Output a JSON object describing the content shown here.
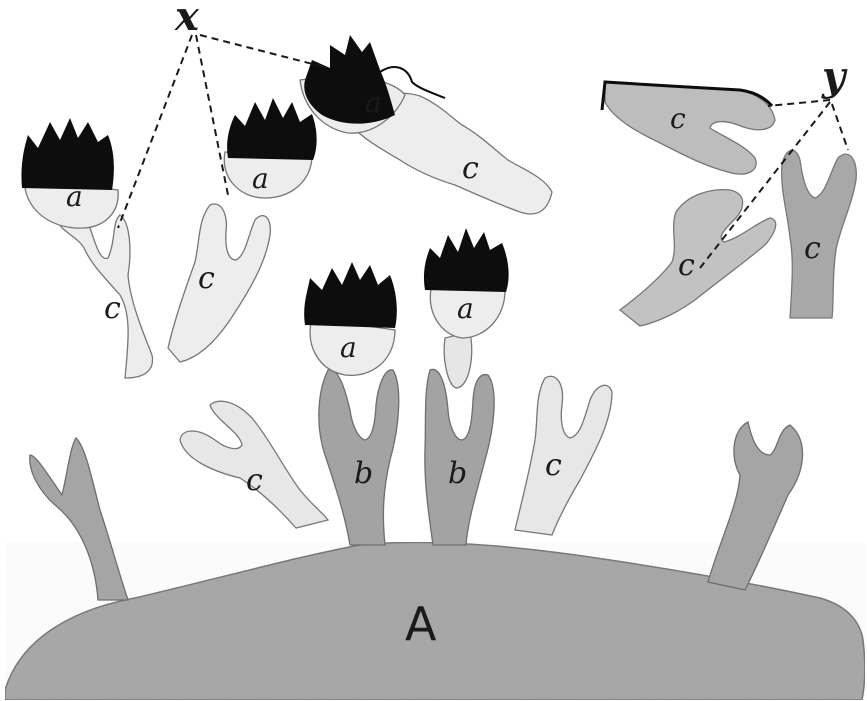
{
  "colors": {
    "body_fill": "#a9a9a9",
    "stalk_dark": "#a3a3a3",
    "stalk_light": "#e7e7e7",
    "head_light": "#ededed",
    "cap_black": "#0d0d0d",
    "outline": "#6e6e6e",
    "ink": "#1a1a1a"
  },
  "labels": {
    "body": "A",
    "x": "x",
    "y": "y",
    "a": "a",
    "b": "b",
    "c": "c"
  }
}
